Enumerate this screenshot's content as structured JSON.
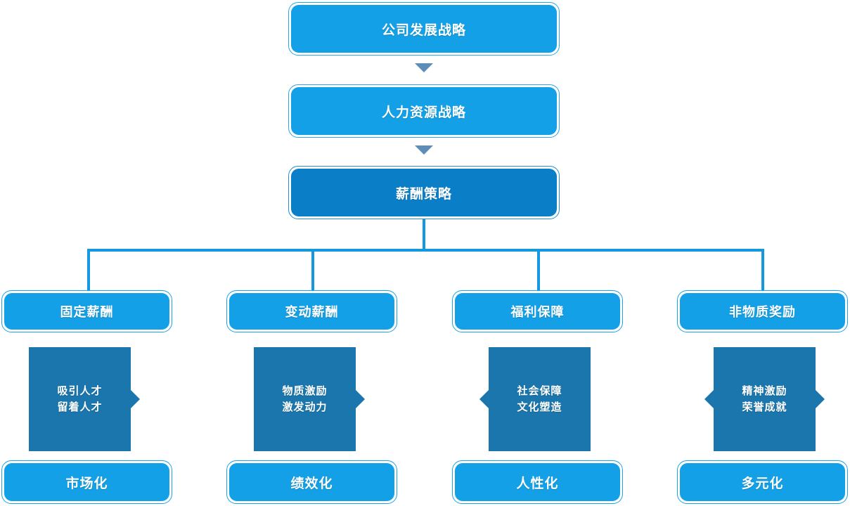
{
  "diagram": {
    "title_chain": [
      {
        "label": "公司发展战略",
        "style": "light"
      },
      {
        "label": "人力资源战略",
        "style": "light"
      },
      {
        "label": "薪酬策略",
        "style": "mid"
      }
    ],
    "arrow_icons": [
      "down-triangle-icon",
      "down-triangle-icon"
    ],
    "columns": [
      {
        "header": "固定薪酬",
        "detail_lines": [
          "吸引人才",
          "留着人才"
        ],
        "tabs": "right",
        "footer": "市场化"
      },
      {
        "header": "变动薪酬",
        "detail_lines": [
          "物质激励",
          "激发动力"
        ],
        "tabs": "right",
        "footer": "绩效化"
      },
      {
        "header": "福利保障",
        "detail_lines": [
          "社会保障",
          "文化塑造"
        ],
        "tabs": "left",
        "footer": "人性化"
      },
      {
        "header": "非物质奖励",
        "detail_lines": [
          "精神激励",
          "荣誉成就"
        ],
        "tabs": "both",
        "footer": "多元化"
      }
    ]
  },
  "colors": {
    "light_blue": "#14a0e6",
    "mid_blue": "#0b7ec8",
    "dark_teal": "#1a76ac",
    "connector": "#1499e0",
    "triangle": "#5b8db8",
    "outline": "#1aa3e8",
    "text": "#ffffff",
    "background": "#ffffff"
  }
}
